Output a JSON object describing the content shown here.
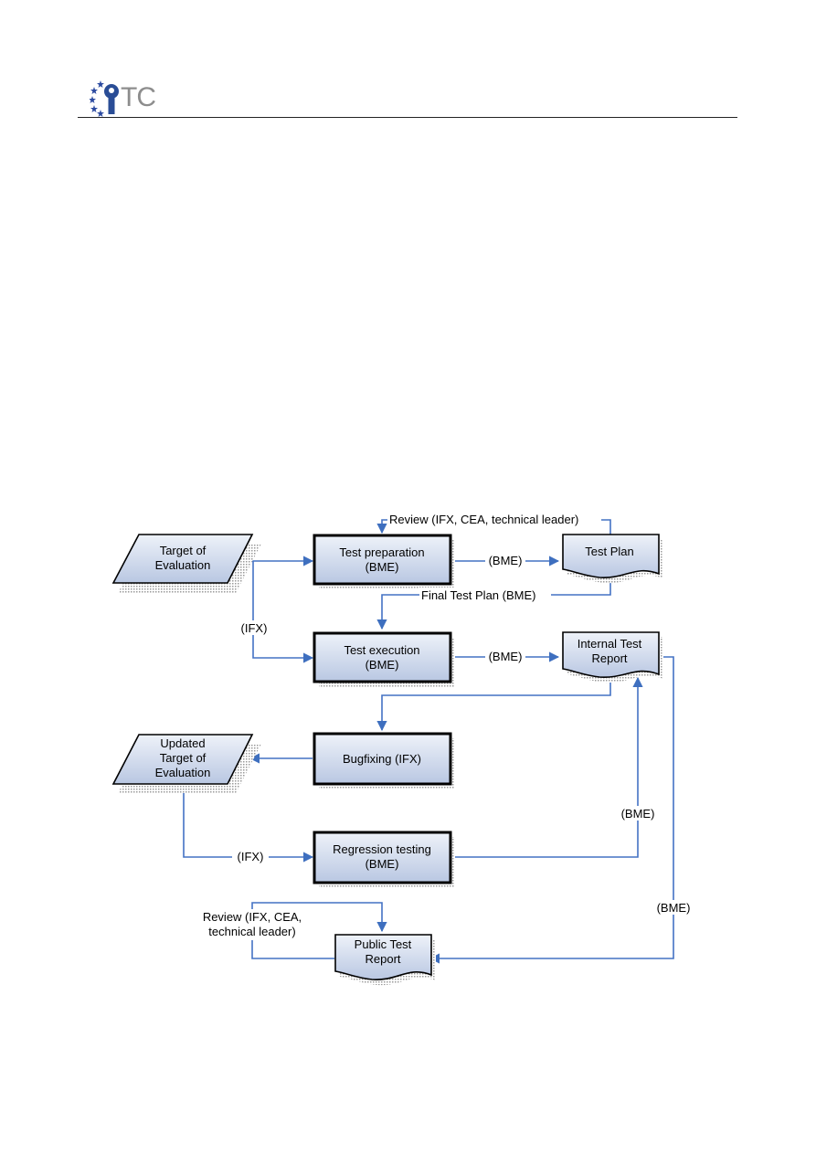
{
  "header": {
    "logo_text": "TC"
  },
  "diagram": {
    "nodes": {
      "toe": [
        "Target of",
        "Evaluation"
      ],
      "test_prep": [
        "Test preparation",
        "(BME)"
      ],
      "test_plan": [
        "Test Plan"
      ],
      "test_exec": [
        "Test execution",
        "(BME)"
      ],
      "internal_report": [
        "Internal Test",
        "Report"
      ],
      "updated_toe": [
        "Updated",
        "Target of",
        "Evaluation"
      ],
      "bugfixing": [
        "Bugfixing (IFX)"
      ],
      "regression": [
        "Regression testing",
        "(BME)"
      ],
      "public_report": [
        "Public Test",
        "Report"
      ]
    },
    "labels": {
      "review_top": "Review (IFX, CEA, technical leader)",
      "bme_prep_plan": "(BME)",
      "final_test_plan": "Final Test Plan (BME)",
      "ifx_left": "(IFX)",
      "bme_exec_report": "(BME)",
      "ifx_regression": "(IFX)",
      "bme_regression": "(BME)",
      "bme_public": "(BME)",
      "review_bottom": [
        "Review (IFX, CEA,",
        "technical leader)"
      ]
    }
  }
}
